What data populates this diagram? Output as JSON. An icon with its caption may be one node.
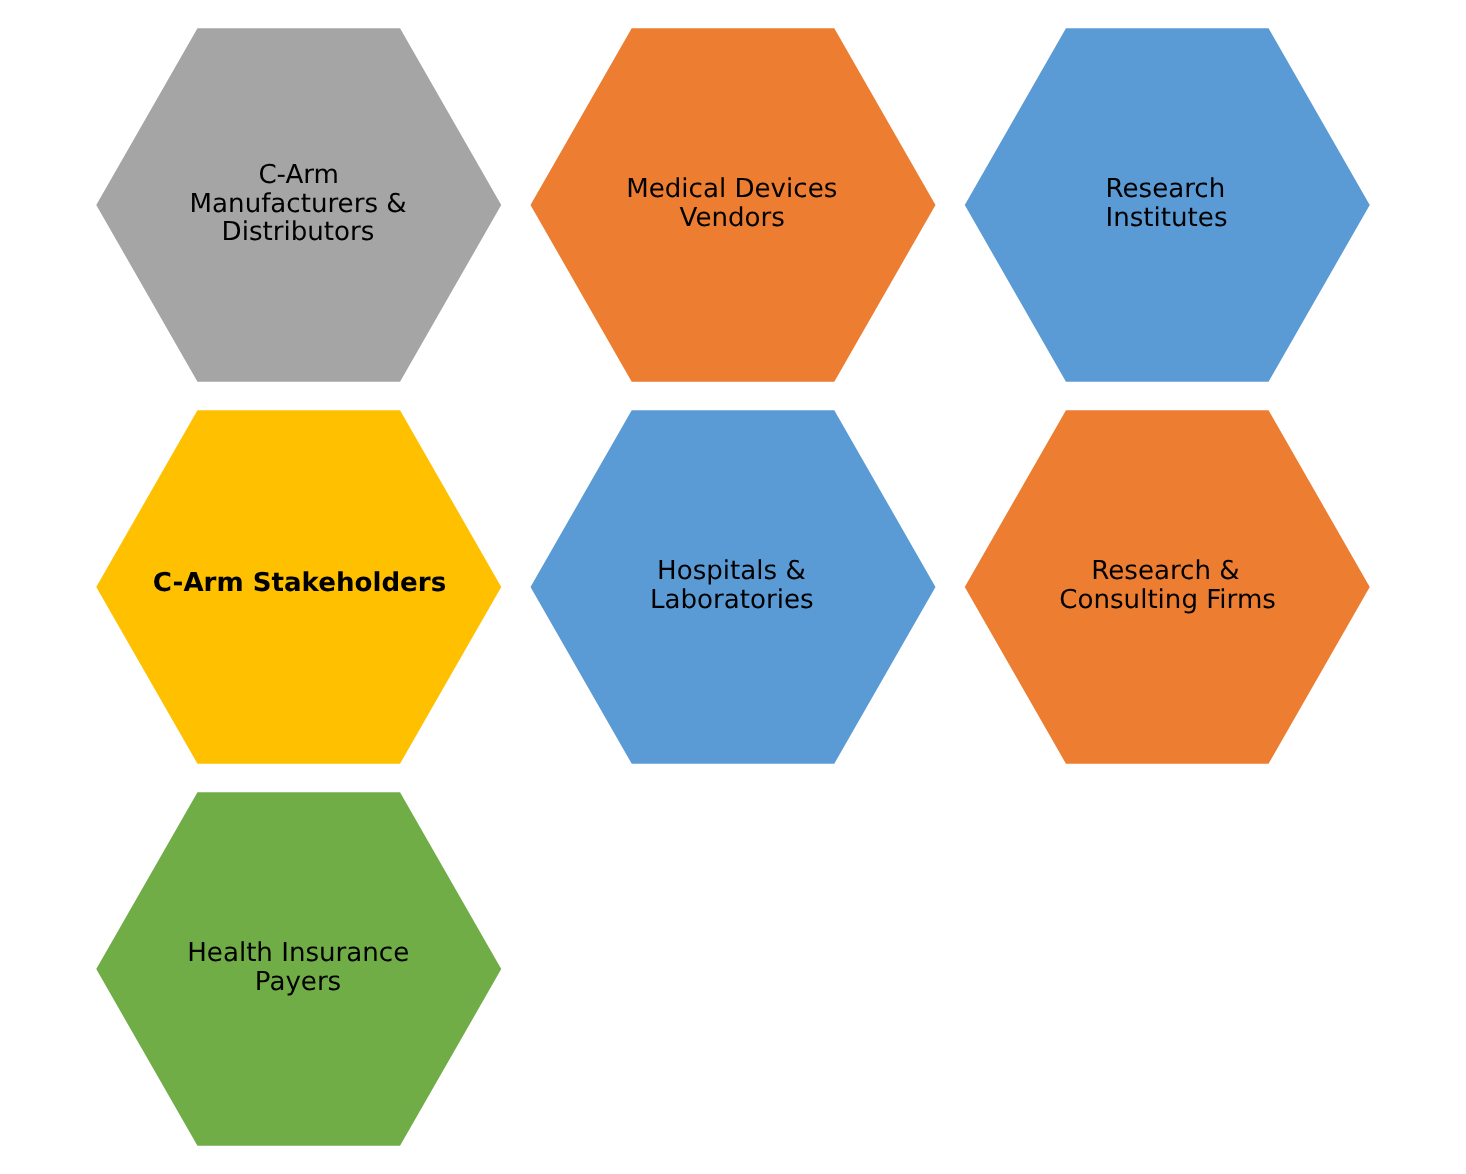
{
  "diagram": {
    "nodes": [
      {
        "text": [
          "C-Arm Manufacturers & Distributors"
        ]
      },
      {
        "text": [
          "Medical Devices Vendors"
        ]
      },
      {
        "text": [
          "Research Institutes"
        ]
      },
      {
        "text": [
          "C-Arm Stakeholders"
        ]
      },
      {
        "text": [
          "Hospitals & Laboratories"
        ]
      },
      {
        "text": [
          "Research & Consulting Firms"
        ]
      },
      {
        "text": [
          "Health Insurance Payers"
        ]
      }
    ],
    "edges": []
  }
}
